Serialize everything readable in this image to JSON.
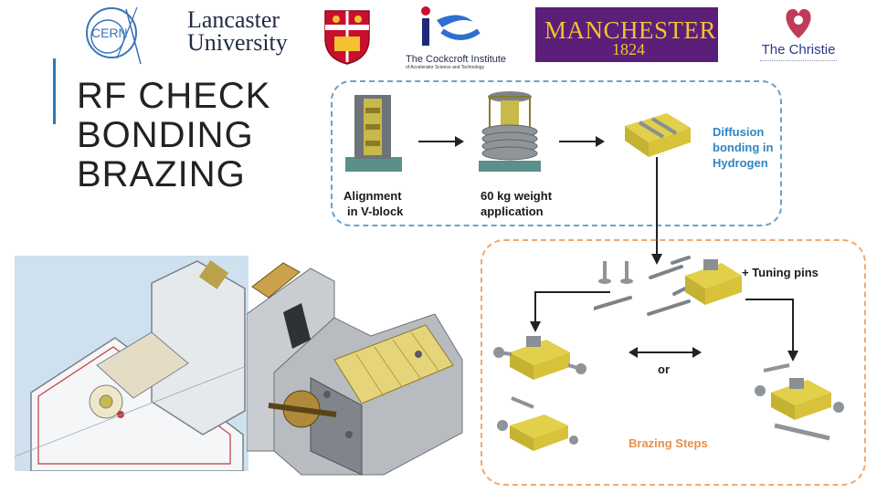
{
  "logos": {
    "cern": "CERN",
    "lancaster": [
      "Lancaster",
      "University"
    ],
    "cockcroft": "The Cockcroft Institute",
    "cockcroft_sub": "of Accelerator Science and Technology",
    "manchester": "MANCHESTER",
    "manchester_year": "1824",
    "christie": "The Christie"
  },
  "title_lines": [
    "RF CHECK",
    "BONDING",
    "BRAZING"
  ],
  "diffusion": {
    "step1": [
      "Alignment",
      "in V-block"
    ],
    "step2": [
      "60 kg weight",
      "application"
    ],
    "result": [
      "Diffusion",
      "bonding in",
      "Hydrogen"
    ]
  },
  "brazing": {
    "tuning": "+ Tuning pins",
    "or": "or",
    "steps_label": "Brazing Steps"
  },
  "colors": {
    "accent_blue": "#2e86c1",
    "accent_orange": "#e8904a",
    "part_yellow": "#d8c23a",
    "part_grey": "#9aa0a6"
  }
}
